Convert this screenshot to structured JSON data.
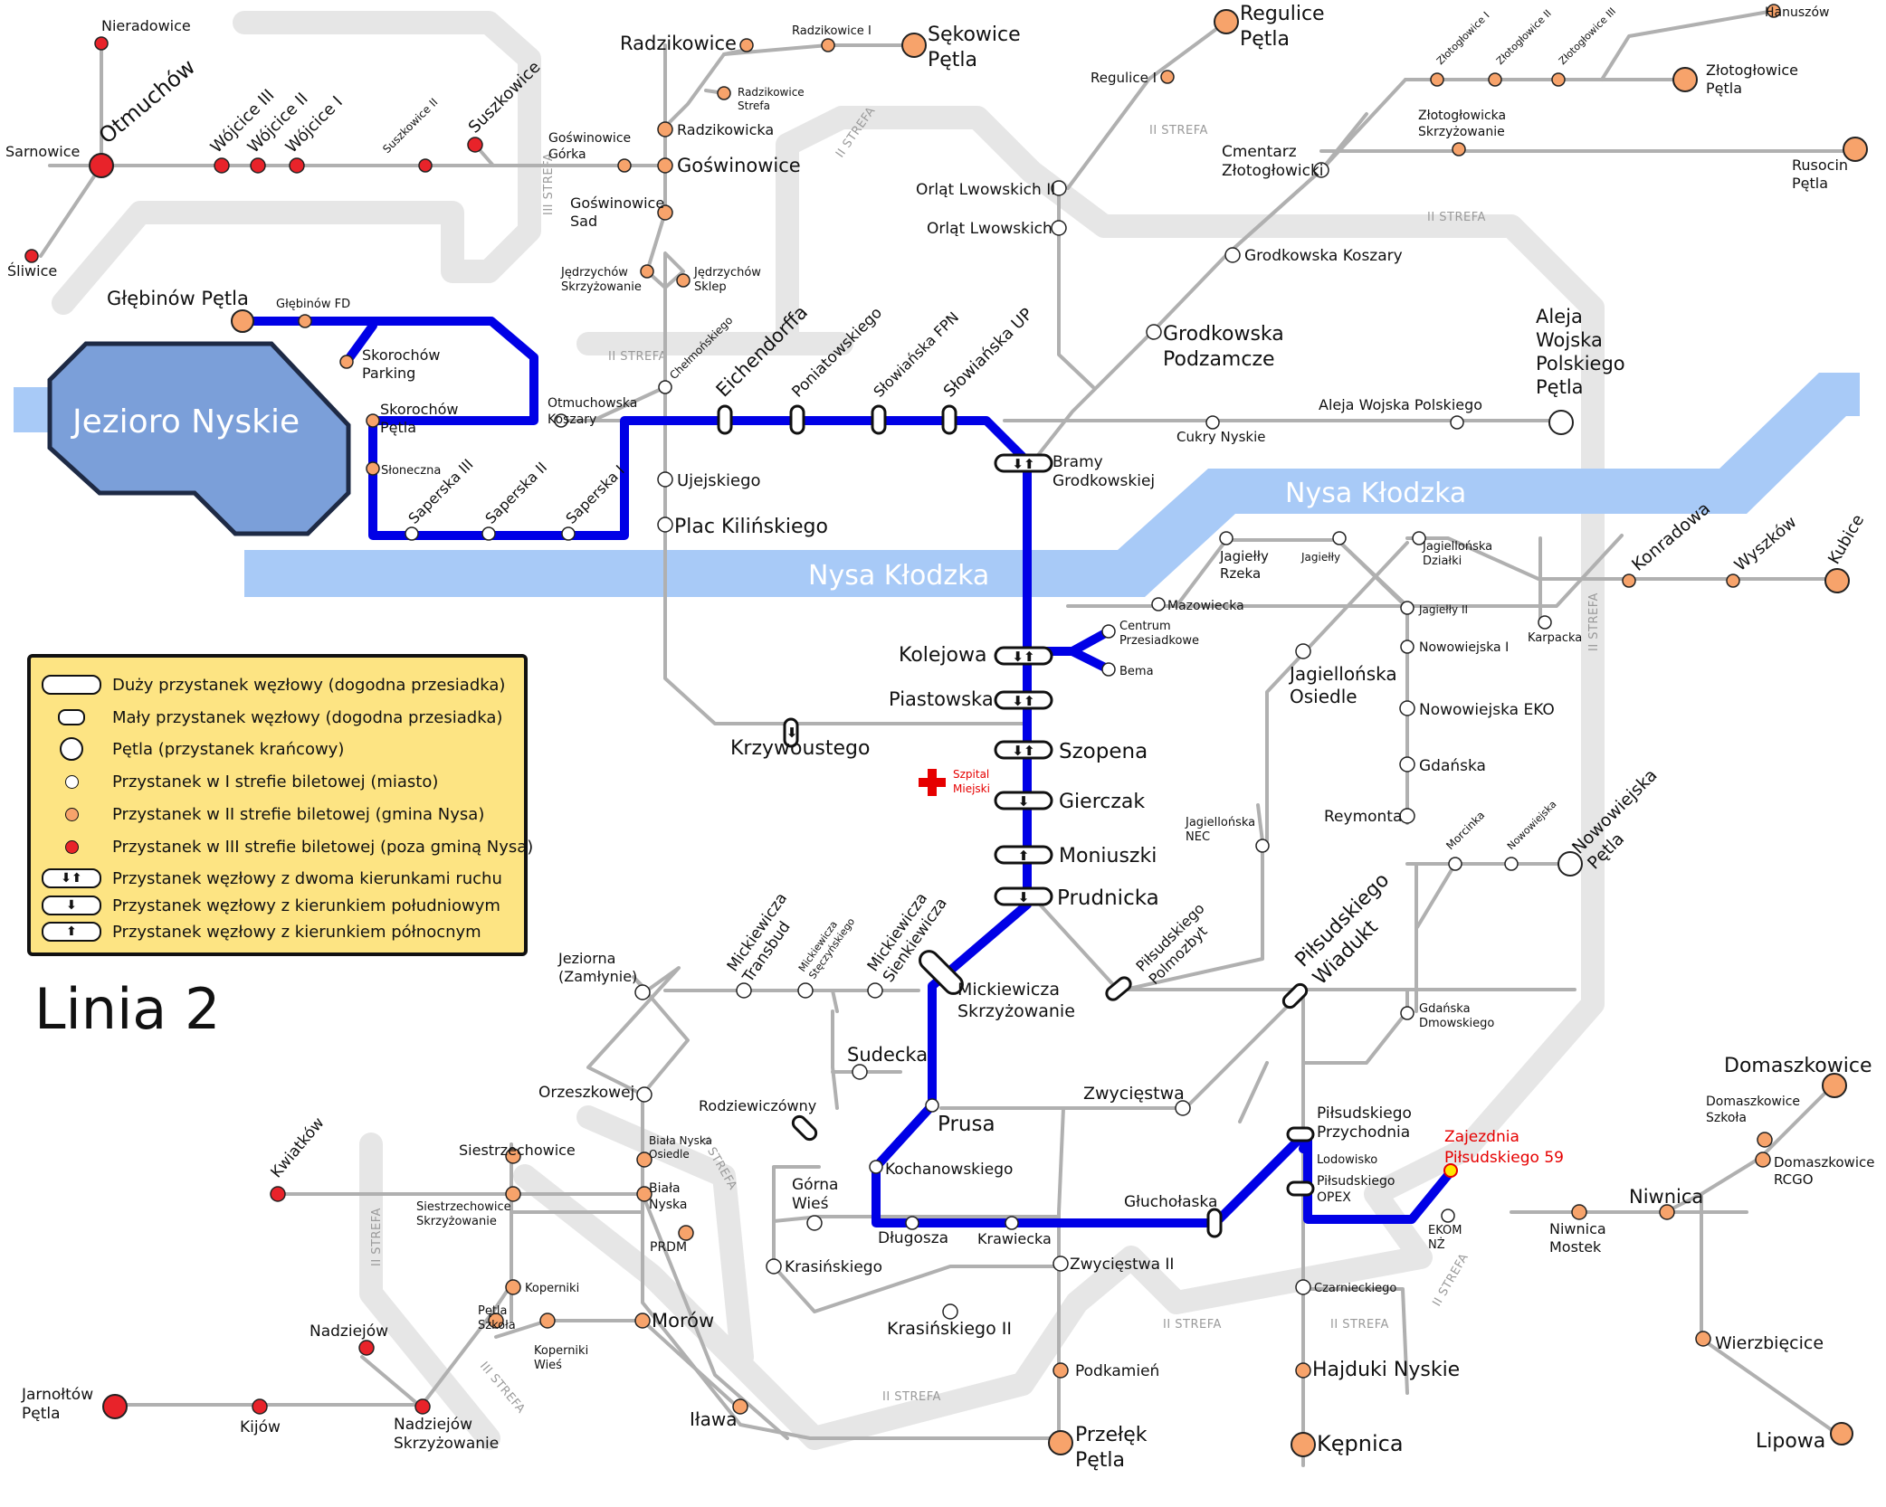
{
  "title": "Linia 2",
  "lake": "Jezioro Nyskie",
  "rivers": [
    "Nysa Kłodzka",
    "Nysa Kłodzka"
  ],
  "zones": [
    "II STREFA",
    "III STREFA"
  ],
  "colors": {
    "route": "#0000e6",
    "river": "#a8caf7",
    "lake": "#7b9fd9",
    "zone_band": "#e6e6e6",
    "network": "#b0b0b0",
    "zone1_stop": "#ffffff",
    "zone2_stop": "#f7a36b",
    "zone3_stop": "#e8232a",
    "depot": "#e60000",
    "legend_bg": "#fde483"
  },
  "legend": [
    {
      "symbol": "big-node",
      "text": "Duży przystanek węzłowy (dogodna przesiadka)"
    },
    {
      "symbol": "small-node",
      "text": "Mały przystanek węzłowy (dogodna przesiadka)"
    },
    {
      "symbol": "loop",
      "text": "Pętla (przystanek krańcowy)"
    },
    {
      "symbol": "zone1-dot",
      "text": "Przystanek w I strefie biletowej (miasto)"
    },
    {
      "symbol": "zone2-dot",
      "text": "Przystanek w II strefie biletowej (gmina Nysa)"
    },
    {
      "symbol": "zone3-dot",
      "text": "Przystanek w III strefie biletowej (poza gminą Nysa)"
    },
    {
      "symbol": "both-directions",
      "text": "Przystanek węzłowy z dwoma kierunkami ruchu"
    },
    {
      "symbol": "southbound",
      "text": "Przystanek węzłowy z kierunkiem południowym"
    },
    {
      "symbol": "northbound",
      "text": "Przystanek węzłowy z kierunkiem północnym"
    }
  ],
  "hospital": [
    "Szpital",
    "Miejski"
  ],
  "depot": [
    "Zajezdnia",
    "Piłsudskiego 59"
  ],
  "stops": {
    "gleb_petla": "Głębinów Pętla",
    "gleb_fd": "Głębinów FD",
    "skor_parking": [
      "Skorochów",
      "Parking"
    ],
    "skor_petla": [
      "Skorochów",
      "Pętla"
    ],
    "sloneczna": "Słoneczna",
    "saperska3": "Saperska III",
    "saperska2": "Saperska II",
    "saperska1": "Saperska I",
    "otm_koszary": [
      "Otmuchowska",
      "Koszary"
    ],
    "eichendorffa": "Eichendorffa",
    "poniatowskiego": "Poniatowskiego",
    "slow_fpn": "Słowiańska FPN",
    "slow_up": "Słowiańska UP",
    "bramy": [
      "Bramy",
      "Grodkowskiej"
    ],
    "kolejowa": "Kolejowa",
    "centrum": [
      "Centrum",
      "Przesiadkowe"
    ],
    "bema": "Bema",
    "piastowska": "Piastowska",
    "szopena": "Szopena",
    "gierczak": "Gierczak",
    "moniuszki": "Moniuszki",
    "prudnicka": "Prudnicka",
    "mick_skrz": [
      "Mickiewicza",
      "Skrzyżowanie"
    ],
    "prusa": "Prusa",
    "kochanowskiego": "Kochanowskiego",
    "dlugosza": "Długosza",
    "krawiecka": "Krawiecka",
    "glucholaska": "Głuchołaska",
    "pils_przych": [
      "Piłsudskiego",
      "Przychodnia"
    ],
    "lodowisko": "Lodowisko",
    "pils_opex": [
      "Piłsudskiego",
      "OPEX"
    ],
    "ekom": [
      "EKOM",
      "NŻ"
    ],
    "nieradowice": "Nieradowice",
    "otmuchow": "Otmuchów",
    "sarnowice": "Sarnowice",
    "sliwice": "Śliwice",
    "wojcice3": "Wójcice III",
    "wojcice2": "Wójcice II",
    "wojcice1": "Wójcice I",
    "suszkowice2": "Suszkowice II",
    "suszkowice": "Suszkowice",
    "radzikowice": "Radzikowice",
    "radzikowice1": "Radzikowice I",
    "sekowice": [
      "Sękowice",
      "Pętla"
    ],
    "radz_strefa": [
      "Radzikowice",
      "Strefa"
    ],
    "radzikowicka": "Radzikowicka",
    "gosw_gorka": [
      "Goświnowice",
      "Górka"
    ],
    "goswinowice": "Goświnowice",
    "gosw_sad": [
      "Goświnowice",
      "Sad"
    ],
    "jedrz_skrz": [
      "Jędrzychów",
      "Skrzyżowanie"
    ],
    "jedrz_sklep": [
      "Jędrzychów",
      "Sklep"
    ],
    "chelmonskiego": "Chełmońskiego",
    "ujejskiego": "Ujejskiego",
    "plac_kil": "Plac Kilińskiego",
    "krzywoustego": "Krzywoustego",
    "regulice": [
      "Regulice",
      "Pętla"
    ],
    "regulice1": "Regulice I",
    "orlat2": "Orląt Lwowskich II",
    "orlat": "Orląt Lwowskich",
    "cmentarz": [
      "Cmentarz",
      "Złotogłowicki"
    ],
    "grod_koszary": "Grodkowska Koszary",
    "grod_podz": [
      "Grodkowska",
      "Podzamcze"
    ],
    "zlot1": "Złotogłowice I",
    "zlot2": "Złotogłowice II",
    "zlot3": "Złotogłowice III",
    "hanuszow": "Hanuszów",
    "zlot_petla": [
      "Złotogłowice",
      "Pętla"
    ],
    "zlot_skrz": [
      "Złotogłowicka",
      "Skrzyżowanie"
    ],
    "rusocin": [
      "Rusocin",
      "Pętla"
    ],
    "aleja_petla": [
      "Aleja",
      "Wojska",
      "Polskiego",
      "Pętla"
    ],
    "aleja": "Aleja Wojska Polskiego",
    "cukry": "Cukry Nyskie",
    "jag_rzeka": [
      "Jagiełły",
      "Rzeka"
    ],
    "jagielly": "Jagiełły",
    "jag_dzialki": [
      "Jagiellońska",
      "Działki"
    ],
    "mazowiecka": "Mazowiecka",
    "jag2": "Jagiełły II",
    "nowowiejska1": "Nowowiejska I",
    "karpacka": "Karpacka",
    "jag_osiedle": [
      "Jagiellońska",
      "Osiedle"
    ],
    "now_eko": "Nowowiejska EKO",
    "gdanska": "Gdańska",
    "reymonta": "Reymonta",
    "morcinka": "Morcinka",
    "nowowiejska": "Nowowiejska",
    "now_petla": [
      "Nowowiejska",
      "Pętla"
    ],
    "jag_nec": [
      "Jagiellońska",
      "NEC"
    ],
    "pils_polmo": [
      "Piłsudskiego",
      "Polmozbyt"
    ],
    "pils_wiadukt": [
      "Piłsudskiego",
      "Wiadukt"
    ],
    "gdanska_dm": [
      "Gdańska",
      "Dmowskiego"
    ],
    "konradowa": "Konradowa",
    "wyszkow": "Wyszków",
    "kubice": "Kubice",
    "jeziorna": [
      "Jeziorna",
      "(Zamłynie)"
    ],
    "mick_transbud": [
      "Mickiewicza",
      "Transbud"
    ],
    "mick_stecz": [
      "Mickiewicza",
      "Stęczyńskiego"
    ],
    "mick_sienk": [
      "Mickiewicza",
      "Sienkiewicza"
    ],
    "sudecka": "Sudecka",
    "orzeszkowej": "Orzeszkowej",
    "rodziewiczowny": "Rodziewiczówny",
    "zwyciestwa": "Zwycięstwa",
    "biala_osiedle": [
      "Biała Nyska",
      "Osiedle"
    ],
    "biala": [
      "Biała",
      "Nyska"
    ],
    "prdm": "PRDM",
    "gorna_wies": [
      "Górna",
      "Wieś"
    ],
    "krasinskiego": "Krasińskiego",
    "krasinskiego2": "Krasińskiego II",
    "zwyciestwa2": "Zwycięstwa II",
    "podkamien": "Podkamień",
    "przelek": [
      "Przełęk",
      "Pętla"
    ],
    "czarnieckiego": "Czarnieckiego",
    "hajduki": "Hajduki Nyskie",
    "kepnica": "Kępnica",
    "niwnica_mostek": [
      "Niwnica",
      "Mostek"
    ],
    "niwnica": "Niwnica",
    "domaszkowice": "Domaszkowice",
    "dom_szkola": [
      "Domaszkowice",
      "Szkoła"
    ],
    "dom_rcgo": [
      "Domaszkowice",
      "RCGO"
    ],
    "wierzbiecice": "Wierzbięcice",
    "lipowa": "Lipowa",
    "kwiatkow": "Kwiatków",
    "siestrzechowice": "Siestrzechowice",
    "siestrz_skrz": [
      "Siestrzechowice",
      "Skrzyżowanie"
    ],
    "koperniki": "Koperniki",
    "petla_szkola": [
      "Pętla",
      "Szkoła"
    ],
    "kop_wies": [
      "Koperniki",
      "Wieś"
    ],
    "morow": "Morów",
    "ilawa": "Iława",
    "nadziejow": "Nadziejów",
    "nadz_skrz": [
      "Nadziejów",
      "Skrzyżowanie"
    ],
    "jarnoltow": [
      "Jarnołtów",
      "Pętla"
    ],
    "kijow": "Kijów"
  }
}
